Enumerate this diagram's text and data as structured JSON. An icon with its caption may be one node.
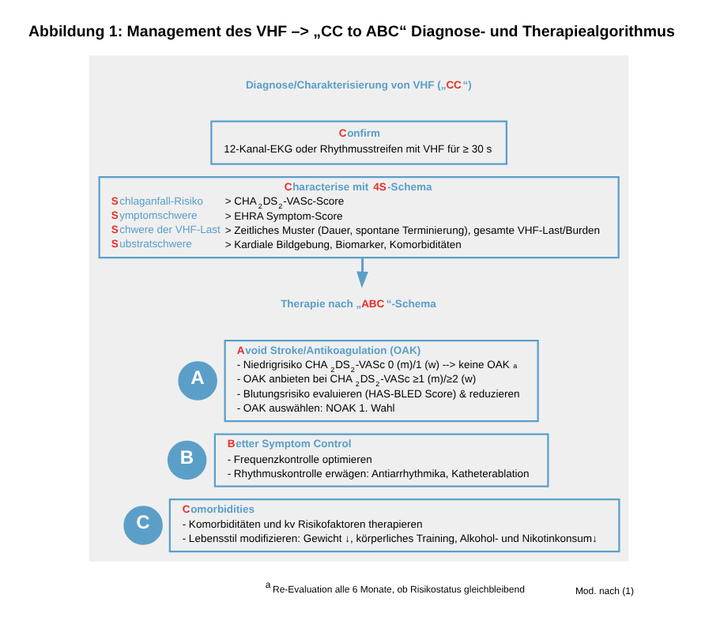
{
  "diagram": {
    "title": "Abbildung 1: Management des VHF –> „CC to ABC“ Diagnose- und Therapiealgorithmus",
    "nodes": [
      {
        "text": [],
        "shape": "box"
      },
      {
        "text": [
          "Diagnose/Charakterisierung von VHF („**CC**“)"
        ],
        "in": 0
      },
      {
        "text": [
          "**C**onfirm",
          "12-Kanal-EKG oder Rhythmusstreifen mit VHF für ≥ 30 s"
        ],
        "in": 0
      },
      {
        "text": [
          "**C**haracterise mit **4S**-Schema",
          "**S**chlaganfall-Risiko",
          "> CHA$_{2}$DS$_{2}$-VASc-Score",
          "**S**ymptomschwere",
          "> EHRA Symptom-Score",
          "**S**chwere der VHF-Last",
          "> Zeitliches Muster (Dauer, spontane Terminierung), gesamte VHF-Last/Burden",
          "**S**ubstratschwere",
          "> Kardiale Bildgebung, Biomarker, Komorbiditäten"
        ],
        "in": 0
      },
      {
        "text": [
          "Therapie nach „**ABC**“-Schema"
        ],
        "in": 0
      },
      {
        "text": [
          "A"
        ],
        "in": 0
      },
      {
        "text": [
          "**A**void Stroke/Antikoagulation (OAK)",
          "- Niedrigrisiko CHA$_{2}$DS$_{2}$-VASc 0 (m)/1 (w) --> keine OAK $^{a}$",
          "- OAK anbieten bei CHA$_{2}$DS$_{2}$-VASc ≥1 (m)/≥2 (w)",
          "- Blutungsrisiko evaluieren (HAS-BLED Score) & reduzieren",
          "- OAK auswählen: NOAK 1. Wahl"
        ],
        "in": 0
      },
      {
        "text": [
          "B"
        ],
        "in": 0
      },
      {
        "text": [
          "**B**etter Symptom Control",
          "- Frequenzkontrolle optimieren",
          "- Rhythmuskontrolle erwägen: Antiarrhythmika, Katheterablation"
        ],
        "in": 0
      },
      {
        "text": [
          "C"
        ],
        "in": 0
      },
      {
        "text": [
          "**C**omorbidities",
          "- Komorbiditäten und kv Risikofaktoren therapieren",
          "- Lebensstil modifizieren: Gewicht ↓, körperliches Training, Alkohol- und Nikotinkonsum↓"
        ],
        "in": 0
      }
    ],
    "edges": [
      {
        "from": 3,
        "to": 4,
        "arrow": "to"
      }
    ],
    "labels": [
      "$^{a}$ Re-Evaluation alle 6 Monate, ob Risikostatus gleichbleibend",
      "Mod. nach (1)"
    ]
  }
}
